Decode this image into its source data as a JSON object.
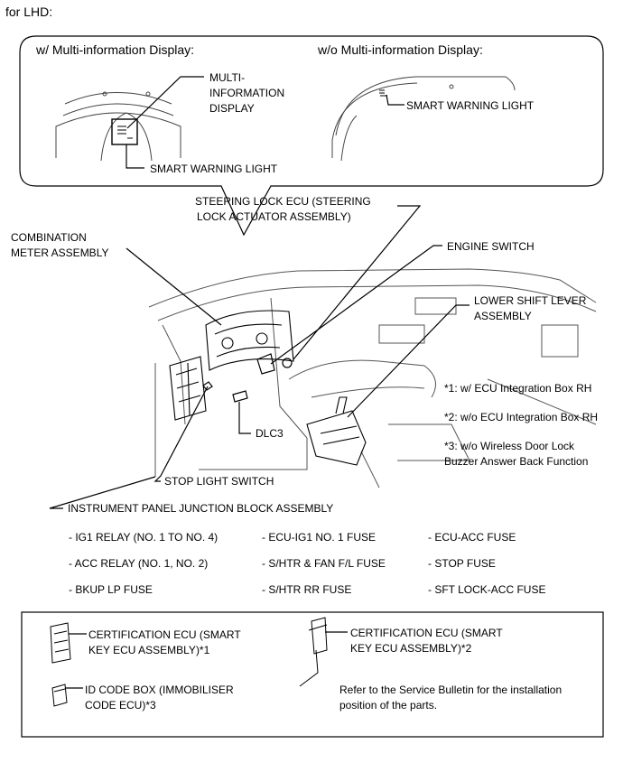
{
  "heading": "for LHD:",
  "callout": {
    "with_mid_title": "w/ Multi-information Display:",
    "without_mid_title": "w/o Multi-information Display:",
    "mid_label_1": "MULTI-",
    "mid_label_2": "INFORMATION",
    "mid_label_3": "DISPLAY",
    "smart_warning_left": "SMART WARNING LIGHT",
    "smart_warning_right": "SMART WARNING LIGHT"
  },
  "labels": {
    "steering_lock_1": "STEERING LOCK ECU (STEERING",
    "steering_lock_2": "LOCK ACTUATOR ASSEMBLY)",
    "combination_1": "COMBINATION",
    "combination_2": "METER ASSEMBLY",
    "engine_switch": "ENGINE SWITCH",
    "lower_shift_1": "LOWER SHIFT LEVER",
    "lower_shift_2": "ASSEMBLY",
    "dlc3": "DLC3",
    "stop_light_switch": "STOP LIGHT SWITCH",
    "ipjb": "INSTRUMENT PANEL JUNCTION BLOCK ASSEMBLY"
  },
  "notes": {
    "n1": "*1: w/ ECU Integration Box RH",
    "n2": "*2: w/o ECU Integration Box RH",
    "n3a": "*3: w/o Wireless Door Lock",
    "n3b": "Buzzer Answer Back Function"
  },
  "components": {
    "row1": [
      "- IG1 RELAY (NO. 1 TO NO. 4)",
      "- ECU-IG1 NO. 1 FUSE",
      "- ECU-ACC FUSE"
    ],
    "row2": [
      "- ACC RELAY (NO. 1, NO. 2)",
      "- S/HTR & FAN F/L FUSE",
      "- STOP FUSE"
    ],
    "row3": [
      "- BKUP LP FUSE",
      "- S/HTR RR FUSE",
      "- SFT LOCK-ACC FUSE"
    ]
  },
  "legend": {
    "cert1_a": "CERTIFICATION ECU (SMART",
    "cert1_b": "KEY ECU ASSEMBLY)*1",
    "cert2_a": "CERTIFICATION ECU (SMART",
    "cert2_b": "KEY ECU ASSEMBLY)*2",
    "idbox_a": "ID CODE BOX (IMMOBILISER",
    "idbox_b": "CODE ECU)*3",
    "refer_a": "Refer to the Service Bulletin for the installation",
    "refer_b": "position of the parts."
  }
}
